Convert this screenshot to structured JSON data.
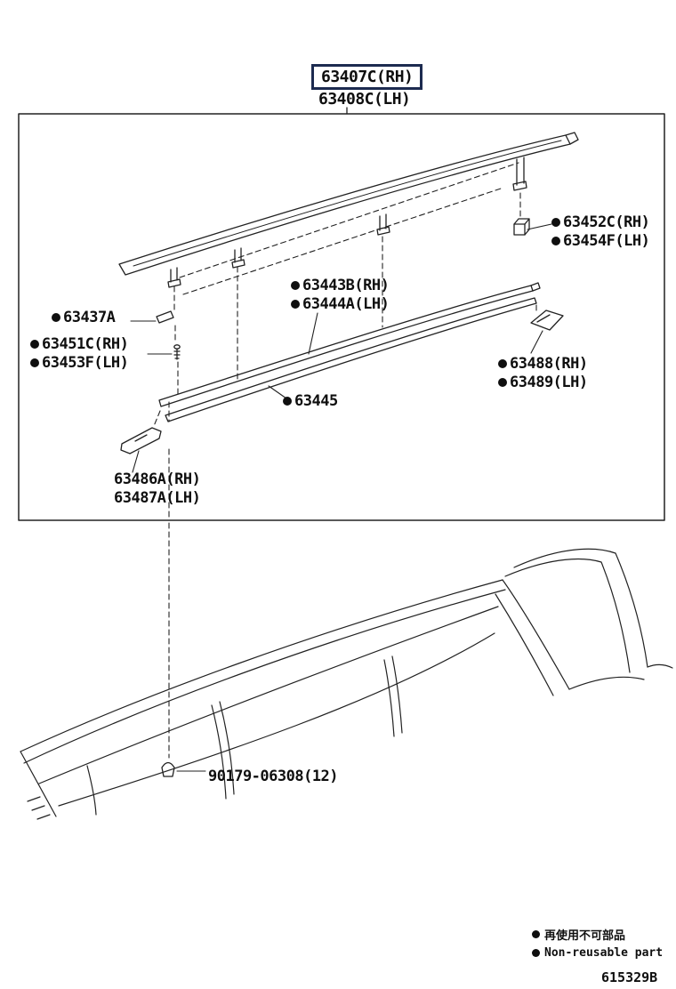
{
  "title_box": {
    "part": "63407C(RH)"
  },
  "title_pair": "63408C(LH)",
  "callouts": {
    "p63452": {
      "l1": "63452C(RH)",
      "l2": "63454F(LH)"
    },
    "p63443": {
      "l1": "63443B(RH)",
      "l2": "63444A(LH)"
    },
    "p63437": {
      "l1": "63437A"
    },
    "p63451": {
      "l1": "63451C(RH)",
      "l2": "63453F(LH)"
    },
    "p63488": {
      "l1": "63488(RH)",
      "l2": "63489(LH)"
    },
    "p63445": {
      "l1": "63445"
    },
    "p63486": {
      "l1": "63486A(RH)",
      "l2": "63487A(LH)"
    },
    "p90179": {
      "l1": "90179-06308(12)"
    }
  },
  "legend": {
    "jp": "再使用不可部品",
    "en": "Non-reusable part"
  },
  "figure_code": "615329B",
  "colors": {
    "line": "#222222",
    "highlight_border": "#1d2b50"
  }
}
